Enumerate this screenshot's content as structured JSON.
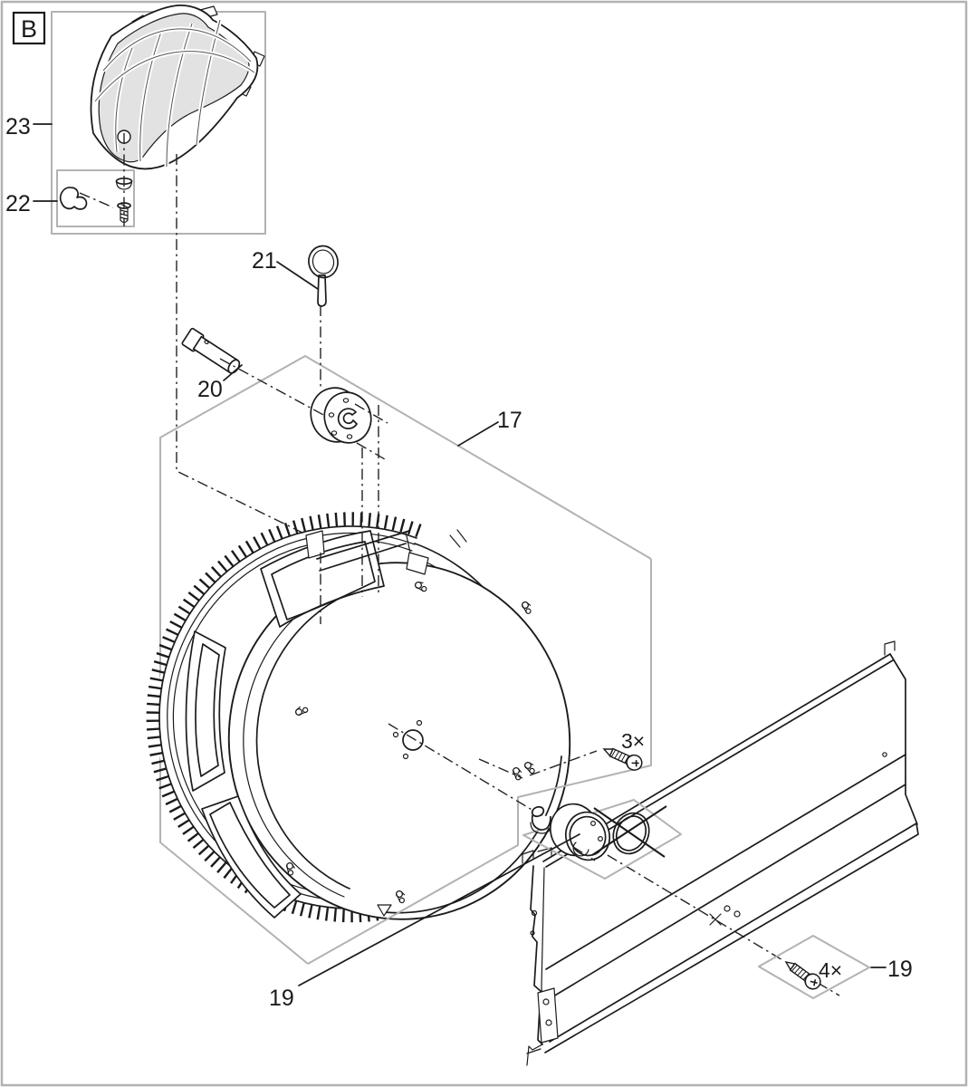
{
  "page": {
    "background": "#ffffff",
    "border_color": "#b2b2b2"
  },
  "colors": {
    "line": "#1b1b1b",
    "group_outline": "#b2b2b2",
    "mesh_fill": "#e2e2e2"
  },
  "labels": {
    "view": "B",
    "p17": "17",
    "p19_left": "19",
    "p19_right": "19",
    "p20": "20",
    "p21": "21",
    "p22": "22",
    "p23": "23",
    "qty_3": "3×",
    "qty_4": "4×"
  }
}
